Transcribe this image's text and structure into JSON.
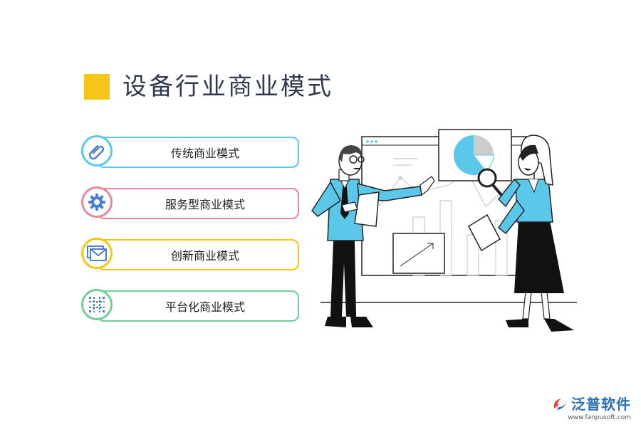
{
  "title": "设备行业商业模式",
  "items": [
    {
      "label": "传统商业模式",
      "color": "#5bc8ea",
      "icon": "paperclip-icon"
    },
    {
      "label": "服务型商业模式",
      "color": "#e8889a",
      "icon": "gear-icon"
    },
    {
      "label": "创新商业模式",
      "color": "#f5c518",
      "icon": "envelope-icon"
    },
    {
      "label": "平台化商业模式",
      "color": "#6fcf97",
      "icon": "grid-icon"
    }
  ],
  "brand": {
    "name": "泛普软件",
    "url": "www.fanpusoft.com"
  }
}
